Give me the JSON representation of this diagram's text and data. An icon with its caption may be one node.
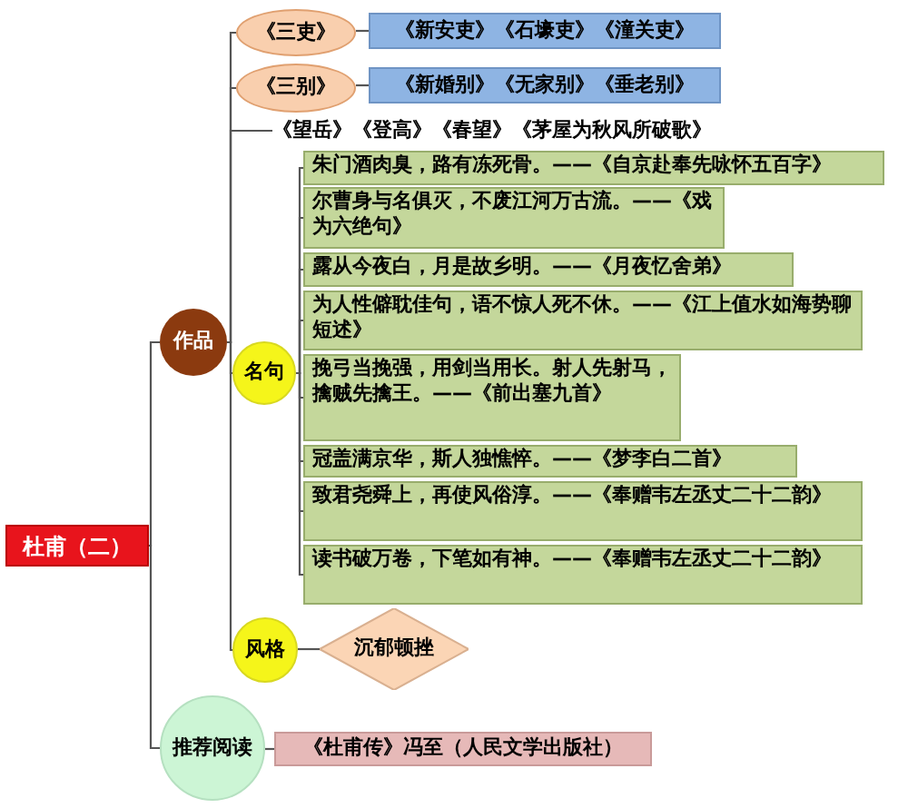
{
  "diagram": {
    "nodes": [
      {
        "text": [
          "杜甫（二）"
        ]
      },
      {
        "text": [
          "作品"
        ]
      },
      {
        "text": [
          "《三吏》"
        ]
      },
      {
        "text": [
          "《新安吏》《石壕吏》《潼关吏》"
        ]
      },
      {
        "text": [
          "《三别》"
        ]
      },
      {
        "text": [
          "《新婚别》《无家别》《垂老别》"
        ]
      },
      {
        "text": [
          "《望岳》《登高》《春望》《茅屋为秋风所破歌》"
        ]
      },
      {
        "text": [
          "名句"
        ]
      },
      {
        "text": [
          "朱门酒肉臭，路有冻死骨。——《自京赴奉先咏怀五百字》"
        ]
      },
      {
        "text": [
          "尔曹身与名俱灭，不废江河万古流。——《戏为六绝句》"
        ]
      },
      {
        "text": [
          "露从今夜白，月是故乡明。——《月夜忆舍弟》"
        ]
      },
      {
        "text": [
          "为人性僻耽佳句，语不惊人死不休。——《江上值水如海势聊短述》"
        ]
      },
      {
        "text": [
          "挽弓当挽强，用剑当用长。射人先射马，擒贼先擒王。——《前出塞九首》"
        ]
      },
      {
        "text": [
          "冠盖满京华，斯人独憔悴。——《梦李白二首》"
        ]
      },
      {
        "text": [
          "致君尧舜上，再使风俗淳。——《奉赠韦左丞丈二十二韵》"
        ]
      },
      {
        "text": [
          "读书破万卷，下笔如有神。——《奉赠韦左丞丈二十二韵》"
        ]
      },
      {
        "text": [
          "风格"
        ]
      },
      {
        "text": [
          "沉郁顿挫"
        ]
      },
      {
        "text": [
          "推荐阅读"
        ]
      },
      {
        "text": [
          "《杜甫传》冯至（人民文学出版社）"
        ]
      }
    ],
    "edges": [
      {
        "from": 0,
        "to": 1,
        "arrow": "none"
      },
      {
        "from": 0,
        "to": 18,
        "arrow": "none"
      },
      {
        "from": 1,
        "to": 2,
        "arrow": "none"
      },
      {
        "from": 2,
        "to": 3,
        "arrow": "none"
      },
      {
        "from": 1,
        "to": 4,
        "arrow": "none"
      },
      {
        "from": 4,
        "to": 5,
        "arrow": "none"
      },
      {
        "from": 1,
        "to": 6,
        "arrow": "none"
      },
      {
        "from": 1,
        "to": 7,
        "arrow": "none"
      },
      {
        "from": 7,
        "to": 8,
        "arrow": "none"
      },
      {
        "from": 7,
        "to": 9,
        "arrow": "none"
      },
      {
        "from": 7,
        "to": 10,
        "arrow": "none"
      },
      {
        "from": 7,
        "to": 11,
        "arrow": "none"
      },
      {
        "from": 7,
        "to": 12,
        "arrow": "none"
      },
      {
        "from": 7,
        "to": 13,
        "arrow": "none"
      },
      {
        "from": 7,
        "to": 14,
        "arrow": "none"
      },
      {
        "from": 7,
        "to": 15,
        "arrow": "none"
      },
      {
        "from": 1,
        "to": 16,
        "arrow": "none"
      },
      {
        "from": 16,
        "to": 17,
        "arrow": "none"
      },
      {
        "from": 18,
        "to": 19,
        "arrow": "none"
      }
    ]
  }
}
